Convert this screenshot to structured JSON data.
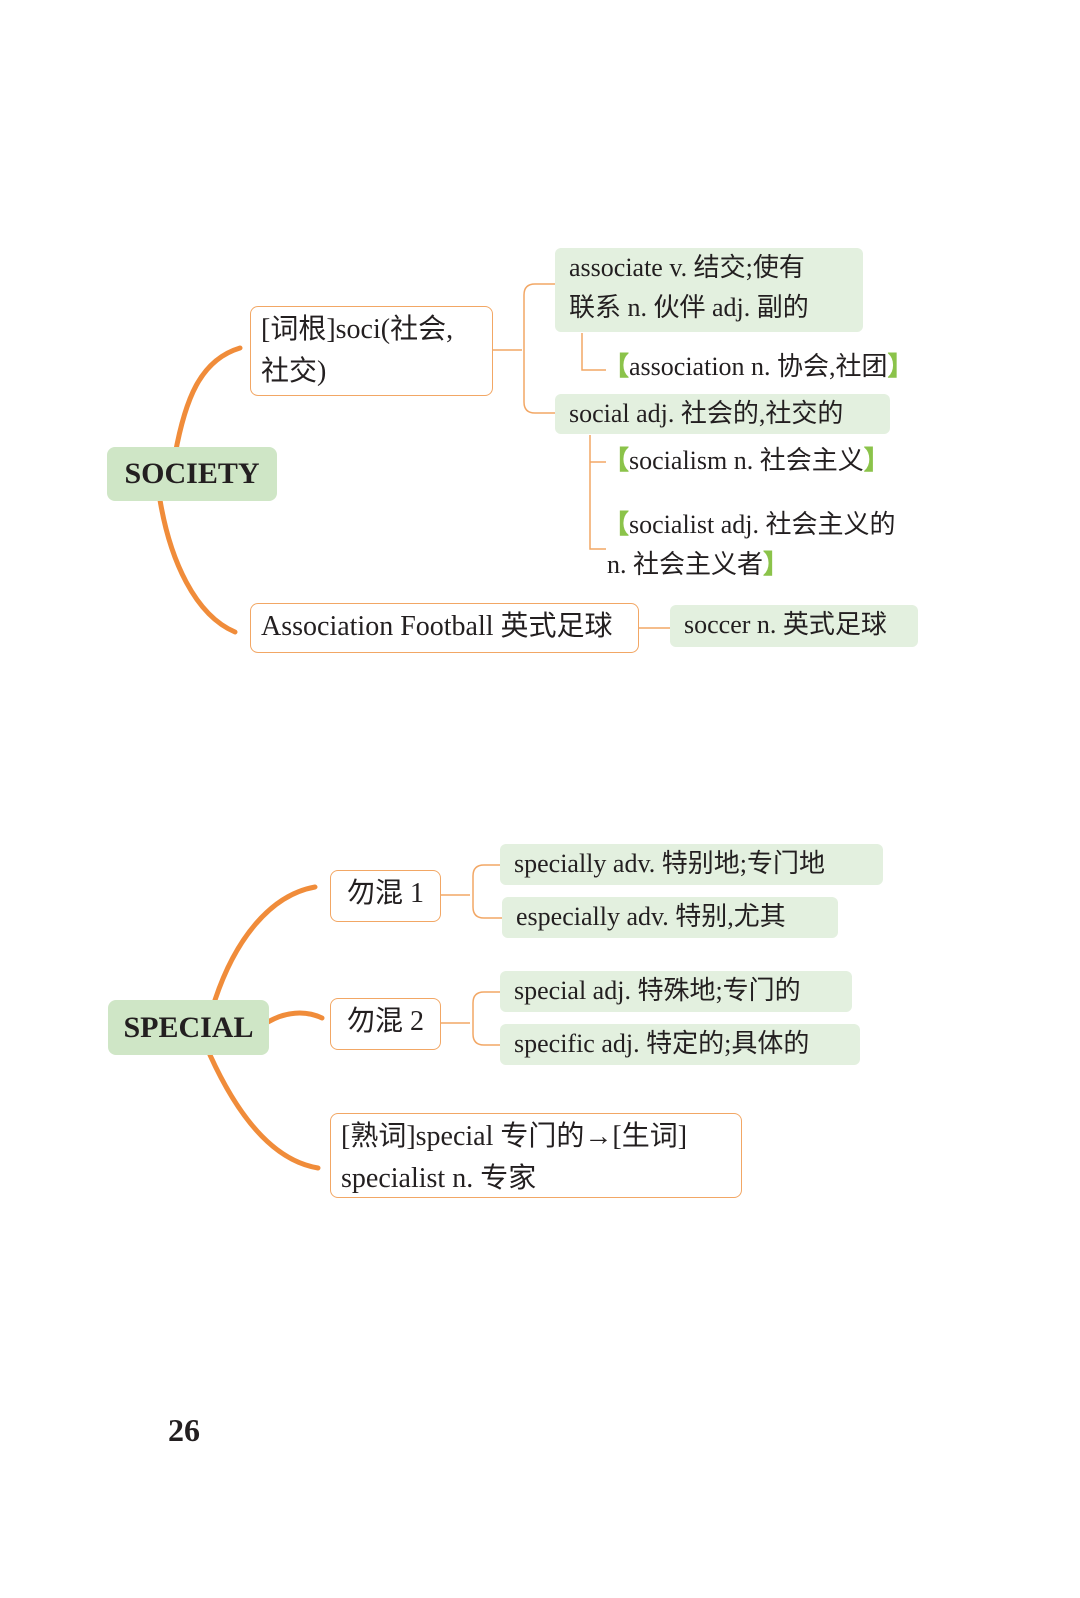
{
  "society": {
    "root": "SOCIETY",
    "root_box": [
      "[词根]soci(社会,",
      "社交)"
    ],
    "associate": [
      "associate v. 结交;使有",
      "联系 n. 伙伴 adj. 副的"
    ],
    "association": "association n. 协会,社团",
    "social": "social adj. 社会的,社交的",
    "socialism": "socialism n. 社会主义",
    "socialist": [
      "socialist adj. 社会主义的",
      "n. 社会主义者"
    ],
    "football": "Association Football 英式足球",
    "soccer": "soccer n. 英式足球"
  },
  "special": {
    "root": "SPECIAL",
    "confuse1": "勿混 1",
    "confuse2": "勿混 2",
    "specially": "specially adv. 特别地;专门地",
    "especially": "especially adv. 特别,尤其",
    "special_adj": "special adj. 特殊地;专门的",
    "specific": "specific adj. 特定的;具体的",
    "known": [
      "[熟词]special 专门的→[生词]",
      "specialist n. 专家"
    ]
  },
  "page_number": "26",
  "colors": {
    "branch": "#f08c3a",
    "line": "#f2a765",
    "green_box": "#e3f0df",
    "root_box": "#cfe6c6"
  }
}
